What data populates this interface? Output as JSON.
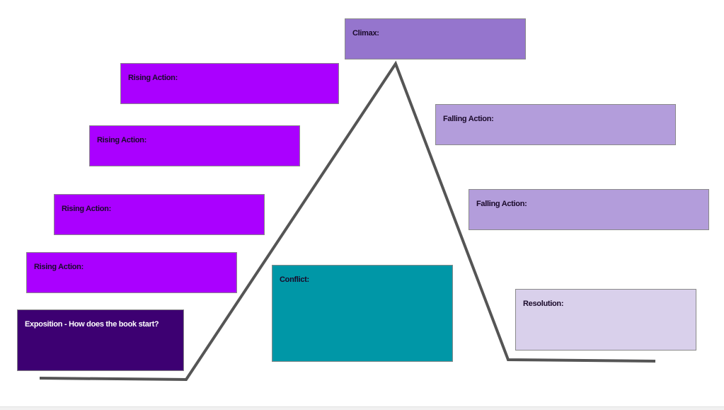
{
  "diagram": {
    "title": "Plot Diagram",
    "boxes": {
      "climax": {
        "label": "Climax:",
        "color": "#9575cd"
      },
      "rising_1": {
        "label": "Rising Action:",
        "color": "#aa00ff"
      },
      "rising_2": {
        "label": "Rising Action:",
        "color": "#aa00ff"
      },
      "rising_3": {
        "label": "Rising Action:",
        "color": "#aa00ff"
      },
      "rising_4": {
        "label": "Rising Action:",
        "color": "#aa00ff"
      },
      "exposition": {
        "label": "Exposition - How does the book start?",
        "color": "#3d0072"
      },
      "conflict": {
        "label": "Conflict:",
        "color": "#0097a7"
      },
      "falling_1": {
        "label": "Falling Action:",
        "color": "#b39ddb"
      },
      "falling_2": {
        "label": "Falling Action:",
        "color": "#b39ddb"
      },
      "resolution": {
        "label": "Resolution:",
        "color": "#d9d0eb"
      }
    },
    "line_color": "#555555"
  }
}
